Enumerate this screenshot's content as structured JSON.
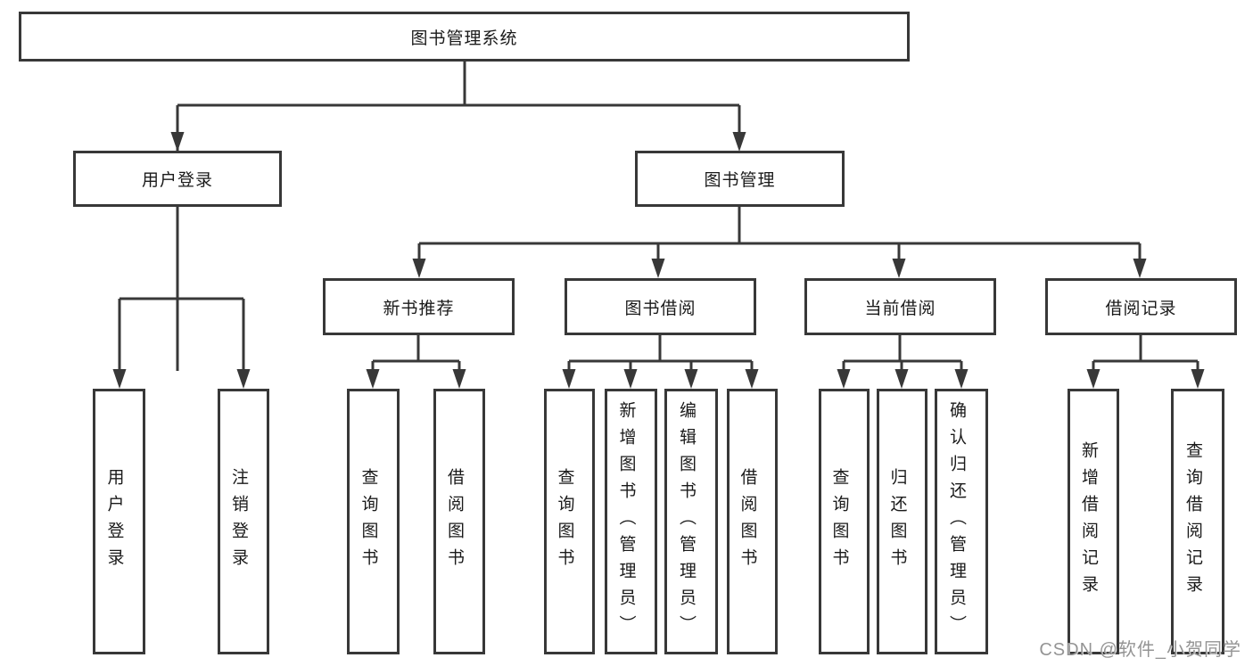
{
  "tree": {
    "root": {
      "label": "图书管理系统"
    },
    "branches": [
      {
        "label": "用户登录",
        "children": [
          "用户登录",
          "注销登录"
        ]
      },
      {
        "label": "图书管理",
        "children": [
          {
            "label": "新书推荐",
            "children": [
              "查询图书",
              "借阅图书"
            ]
          },
          {
            "label": "图书借阅",
            "children": [
              "查询图书",
              "新增图书（管理员）",
              "编辑图书（管理员）",
              "借阅图书"
            ]
          },
          {
            "label": "当前借阅",
            "children": [
              "查询图书",
              "归还图书",
              "确认归还（管理员）"
            ]
          },
          {
            "label": "借阅记录",
            "children": [
              "新增借阅记录",
              "查询借阅记录"
            ]
          }
        ]
      }
    ]
  },
  "watermark": "CSDN @软件_小贺同学",
  "colors": {
    "line": "#383838",
    "box_border": "#383838",
    "text": "#1a1a1a",
    "background": "#ffffff",
    "watermark": "#949494"
  }
}
